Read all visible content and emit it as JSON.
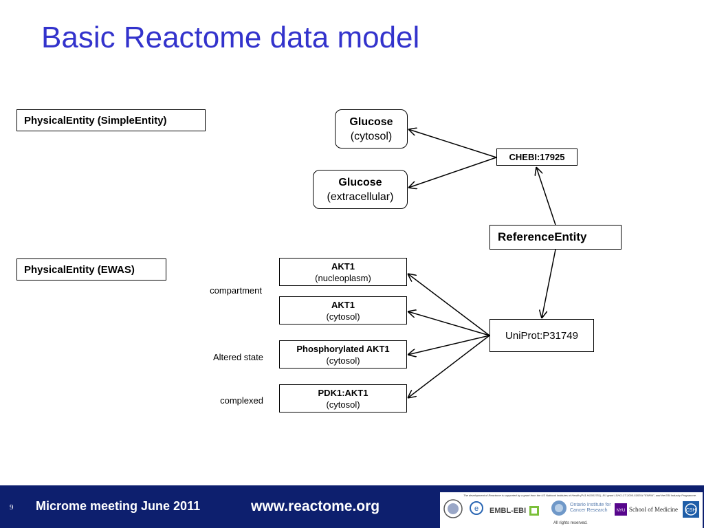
{
  "slide": {
    "title": "Basic Reactome data model"
  },
  "physical_entities": {
    "simple": "PhysicalEntity (SimpleEntity)",
    "ewas": "PhysicalEntity (EWAS)"
  },
  "simple_entities": [
    {
      "name": "Glucose",
      "location": "(cytosol)"
    },
    {
      "name": "Glucose",
      "location": "(extracellular)"
    }
  ],
  "ewas_entities": [
    {
      "name": "AKT1",
      "location": "(nucleoplasm)"
    },
    {
      "name": "AKT1",
      "location": "(cytosol)"
    },
    {
      "name": "Phosphorylated AKT1",
      "location": "(cytosol)"
    },
    {
      "name": "PDK1:AKT1",
      "location": "(cytosol)"
    }
  ],
  "side_labels": {
    "compartment": "compartment",
    "altered_state": "Altered state",
    "complexed": "complexed"
  },
  "references": {
    "chebi": "CHEBI:17925",
    "reference_entity": "ReferenceEntity",
    "uniprot": "UniProt:P31749"
  },
  "footer": {
    "slide_number": "9",
    "meeting": "Microme meeting June 2011",
    "url": "www.reactome.org",
    "funding_note": "The development of Reactome is supported by a grant from the US National Institutes of Health (P41 HG003751), EU grant LSHG-CT-2005-518254 \"ENFIN\", and the EBI Industry Programme.",
    "logos": [
      "EMBL-EBI",
      "Ontario Institute for Cancer Research",
      "School of Medicine"
    ],
    "rights": "All rights reserved."
  },
  "colors": {
    "title": "#3333cc",
    "footer_bg": "#0d1f6e"
  }
}
